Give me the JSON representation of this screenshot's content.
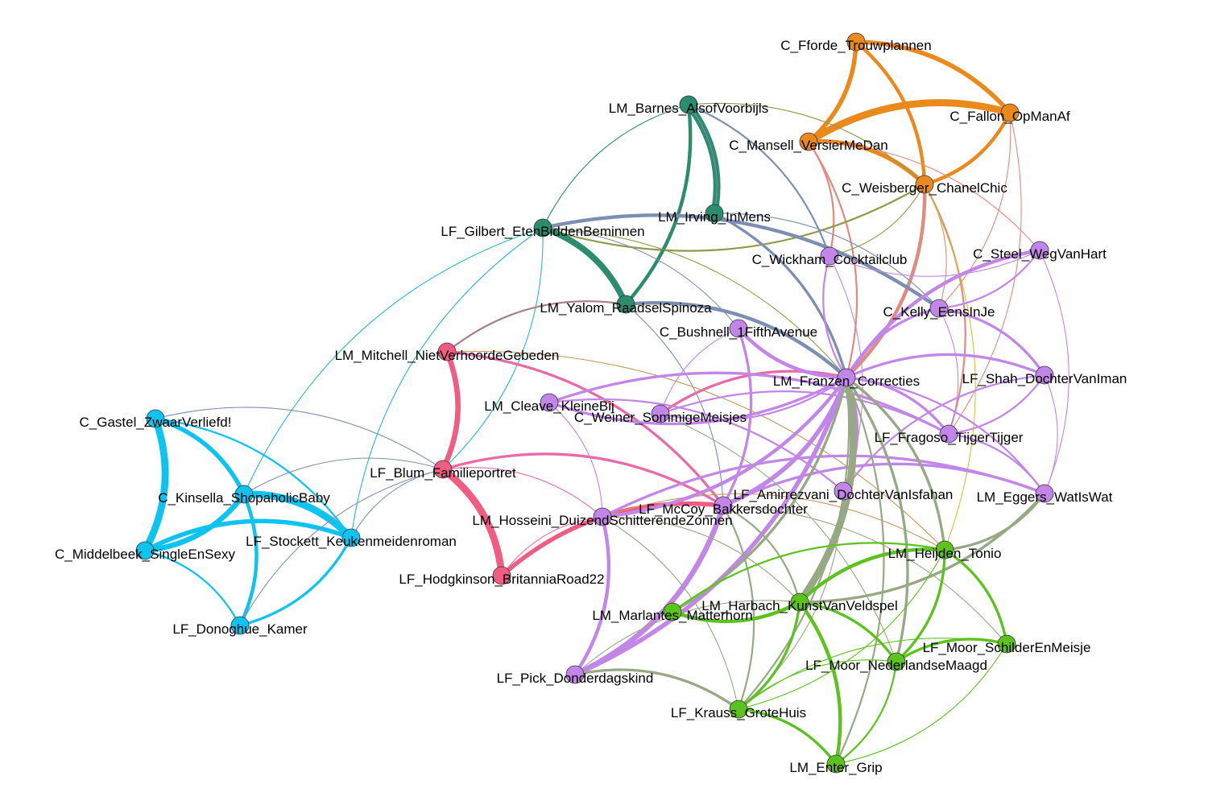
{
  "groups": {
    "orange": "#ea8a1c",
    "teal": "#2b8c6e",
    "pink": "#f25c82",
    "blue": "#0dc3ef",
    "purple": "#c286e8",
    "green": "#5cc21e"
  },
  "edge_colors": {
    "salmon": "#e08a80",
    "olive": "#8f9a4a",
    "slate": "#7d8fb0",
    "greygreen": "#97a884",
    "mauve": "#a77f88",
    "yellow": "#c8c832",
    "brown": "#c8955a",
    "cyan": "#28b8d0",
    "pinkedge": "#e86aa6"
  },
  "nodes": [
    {
      "id": "fforde",
      "label": "C_Fforde_Trouwplannen",
      "group": "orange"
    },
    {
      "id": "fallon",
      "label": "C_Fallon_OpManAf",
      "group": "orange"
    },
    {
      "id": "mansell",
      "label": "C_Mansell_VersierMeDan",
      "group": "orange"
    },
    {
      "id": "weisberger",
      "label": "C_Weisberger_ChanelChic",
      "group": "orange"
    },
    {
      "id": "barnes",
      "label": "LM_Barnes_AlsofVoorbijls",
      "group": "teal"
    },
    {
      "id": "irving",
      "label": "LM_Irving_InMens",
      "group": "teal"
    },
    {
      "id": "gilbert",
      "label": "LF_Gilbert_EtenBiddenBeminnen",
      "group": "teal"
    },
    {
      "id": "yalom",
      "label": "LM_Yalom_RaadselSpinoza",
      "group": "teal"
    },
    {
      "id": "wickham",
      "label": "C_Wickham_Cocktailclub",
      "group": "purple"
    },
    {
      "id": "steel",
      "label": "C_Steel_WegVanHart",
      "group": "purple"
    },
    {
      "id": "kelly",
      "label": "C_Kelly_EensInJe",
      "group": "purple"
    },
    {
      "id": "bushnell",
      "label": "C_Bushnell_1FifthAvenue",
      "group": "purple"
    },
    {
      "id": "franzen",
      "label": "LM_Franzen_Correcties",
      "group": "purple"
    },
    {
      "id": "shah",
      "label": "LF_Shah_DochterVanIman",
      "group": "purple"
    },
    {
      "id": "cleave",
      "label": "LM_Cleave_KleineBij",
      "group": "purple"
    },
    {
      "id": "weiner",
      "label": "C_Weiner_SommigeMeisjes",
      "group": "purple"
    },
    {
      "id": "fragoso",
      "label": "LF_Fragoso_TijgerTijger",
      "group": "purple"
    },
    {
      "id": "amirrezvani",
      "label": "LF_Amirrezvani_DochterVanIsfahan",
      "group": "purple"
    },
    {
      "id": "eggers",
      "label": "LM_Eggers_WatIsWat",
      "group": "purple"
    },
    {
      "id": "mccoy",
      "label": "LF_McCoy_Bakkersdochter",
      "group": "purple"
    },
    {
      "id": "hosseini",
      "label": "LM_Hosseini_DuizendSchitterendeZonnen",
      "group": "purple"
    },
    {
      "id": "pick",
      "label": "LF_Pick_Donderdagskind",
      "group": "purple"
    },
    {
      "id": "mitchell",
      "label": "LM_Mitchell_NietVerhoordeGebeden",
      "group": "pink"
    },
    {
      "id": "blum",
      "label": "LF_Blum_Familieportret",
      "group": "pink"
    },
    {
      "id": "hodgkinson",
      "label": "LF_Hodgkinson_BritanniaRoad22",
      "group": "pink"
    },
    {
      "id": "gastel",
      "label": "C_Gastel_ZwaarVerliefd!",
      "group": "blue"
    },
    {
      "id": "kinsella",
      "label": "C_Kinsella_ShopaholicBaby",
      "group": "blue"
    },
    {
      "id": "stockett",
      "label": "LF_Stockett_Keukenmeidenroman",
      "group": "blue"
    },
    {
      "id": "middelbeek",
      "label": "C_Middelbeek_SingleEnSexy",
      "group": "blue"
    },
    {
      "id": "donoghue",
      "label": "LF_Donoghue_Kamer",
      "group": "blue"
    },
    {
      "id": "heijden",
      "label": "LM_Heijden_Tonio",
      "group": "green"
    },
    {
      "id": "harbach",
      "label": "LM_Harbach_KunstVanVeldspel",
      "group": "green"
    },
    {
      "id": "marlantes",
      "label": "LM_Marlantes_Matterhorn",
      "group": "green"
    },
    {
      "id": "moors",
      "label": "LF_Moor_SchilderEnMeisje",
      "group": "green"
    },
    {
      "id": "moorn",
      "label": "LF_Moor_NederlandseMaagd",
      "group": "green"
    },
    {
      "id": "krauss",
      "label": "LF_Krauss_GroteHuis",
      "group": "green"
    },
    {
      "id": "enter",
      "label": "LM_Enter_Grip",
      "group": "green"
    }
  ],
  "edges": [
    [
      "fforde",
      "fallon",
      5,
      "orange"
    ],
    [
      "fforde",
      "mansell",
      5,
      "orange"
    ],
    [
      "fforde",
      "weisberger",
      4,
      "orange"
    ],
    [
      "mansell",
      "fallon",
      8,
      "orange"
    ],
    [
      "mansell",
      "weisberger",
      5,
      "orange"
    ],
    [
      "fallon",
      "weisberger",
      4,
      "orange"
    ],
    [
      "weisberger",
      "franzen",
      4,
      "salmon"
    ],
    [
      "mansell",
      "wickham",
      2,
      "salmon"
    ],
    [
      "mansell",
      "franzen",
      2,
      "salmon"
    ],
    [
      "weisberger",
      "fragoso",
      2,
      "salmon"
    ],
    [
      "weisberger",
      "kelly",
      1,
      "salmon"
    ],
    [
      "fallon",
      "kelly",
      1,
      "salmon"
    ],
    [
      "fallon",
      "fragoso",
      1,
      "salmon"
    ],
    [
      "weisberger",
      "gilbert",
      2,
      "olive"
    ],
    [
      "barnes",
      "weisberger",
      1,
      "olive"
    ],
    [
      "weisberger",
      "heijden",
      1,
      "yellow"
    ],
    [
      "mansell",
      "steel",
      1,
      "salmon"
    ],
    [
      "weisberger",
      "wickham",
      1,
      "olive"
    ],
    [
      "barnes",
      "irving",
      8,
      "teal"
    ],
    [
      "barnes",
      "yalom",
      4,
      "teal"
    ],
    [
      "gilbert",
      "yalom",
      7,
      "teal"
    ],
    [
      "gilbert",
      "barnes",
      1,
      "teal"
    ],
    [
      "gilbert",
      "kelly",
      4,
      "slate"
    ],
    [
      "gilbert",
      "franzen",
      1,
      "olive"
    ],
    [
      "irving",
      "franzen",
      3,
      "slate"
    ],
    [
      "barnes",
      "wickham",
      2,
      "slate"
    ],
    [
      "yalom",
      "franzen",
      4,
      "slate"
    ],
    [
      "yalom",
      "mccoy",
      1,
      "slate"
    ],
    [
      "gilbert",
      "blum",
      1,
      "cyan"
    ],
    [
      "irving",
      "kelly",
      1,
      "slate"
    ],
    [
      "gilbert",
      "bushnell",
      1,
      "slate"
    ],
    [
      "barnes",
      "irving",
      1,
      "slate"
    ],
    [
      "mitchell",
      "blum",
      6,
      "pink"
    ],
    [
      "blum",
      "hodgkinson",
      8,
      "pink"
    ],
    [
      "hodgkinson",
      "mccoy",
      5,
      "pink"
    ],
    [
      "mitchell",
      "mccoy",
      3,
      "pinkedge"
    ],
    [
      "blum",
      "mccoy",
      3,
      "pinkedge"
    ],
    [
      "weiner",
      "franzen",
      3,
      "pinkedge"
    ],
    [
      "mitchell",
      "yalom",
      2,
      "mauve"
    ],
    [
      "hodgkinson",
      "hosseini",
      1,
      "pinkedge"
    ],
    [
      "blum",
      "hosseini",
      1,
      "pinkedge"
    ],
    [
      "mitchell",
      "heijden",
      1,
      "brown"
    ],
    [
      "hosseini",
      "heijden",
      1,
      "brown"
    ],
    [
      "gastel",
      "kinsella",
      5,
      "blue"
    ],
    [
      "gastel",
      "middelbeek",
      8,
      "blue"
    ],
    [
      "kinsella",
      "middelbeek",
      6,
      "blue"
    ],
    [
      "kinsella",
      "stockett",
      8,
      "blue"
    ],
    [
      "middelbeek",
      "stockett",
      5,
      "blue"
    ],
    [
      "gastel",
      "stockett",
      2,
      "blue"
    ],
    [
      "kinsella",
      "donoghue",
      4,
      "blue"
    ],
    [
      "middelbeek",
      "donoghue",
      2,
      "blue"
    ],
    [
      "stockett",
      "donoghue",
      3,
      "blue"
    ],
    [
      "gastel",
      "blum",
      1,
      "slate"
    ],
    [
      "kinsella",
      "blum",
      1,
      "slate"
    ],
    [
      "stockett",
      "blum",
      1,
      "slate"
    ],
    [
      "donoghue",
      "blum",
      1,
      "slate"
    ],
    [
      "kinsella",
      "gilbert",
      1,
      "cyan"
    ],
    [
      "stockett",
      "gilbert",
      1,
      "cyan"
    ],
    [
      "franzen",
      "cleave",
      3,
      "purple"
    ],
    [
      "franzen",
      "bushnell",
      4,
      "purple"
    ],
    [
      "franzen",
      "kelly",
      3,
      "purple"
    ],
    [
      "franzen",
      "steel",
      4,
      "purple"
    ],
    [
      "franzen",
      "shah",
      3,
      "purple"
    ],
    [
      "franzen",
      "fragoso",
      3,
      "purple"
    ],
    [
      "franzen",
      "mccoy",
      5,
      "purple"
    ],
    [
      "franzen",
      "amirrezvani",
      3,
      "purple"
    ],
    [
      "franzen",
      "eggers",
      2,
      "purple"
    ],
    [
      "franzen",
      "hosseini",
      4,
      "purple"
    ],
    [
      "franzen",
      "pick",
      5,
      "purple"
    ],
    [
      "franzen",
      "weiner",
      2,
      "purple"
    ],
    [
      "franzen",
      "wickham",
      2,
      "purple"
    ],
    [
      "cleave",
      "fragoso",
      3,
      "purple"
    ],
    [
      "cleave",
      "amirrezvani",
      2,
      "purple"
    ],
    [
      "weiner",
      "fragoso",
      2,
      "purple"
    ],
    [
      "hosseini",
      "pick",
      4,
      "purple"
    ],
    [
      "mccoy",
      "pick",
      6,
      "purple"
    ],
    [
      "bushnell",
      "mccoy",
      3,
      "purple"
    ],
    [
      "kelly",
      "shah",
      3,
      "purple"
    ],
    [
      "steel",
      "eggers",
      1,
      "purple"
    ],
    [
      "shah",
      "eggers",
      1,
      "purple"
    ],
    [
      "shah",
      "fragoso",
      2,
      "purple"
    ],
    [
      "fragoso",
      "eggers",
      2,
      "purple"
    ],
    [
      "hosseini",
      "eggers",
      3,
      "purple"
    ],
    [
      "amirrezvani",
      "shah",
      2,
      "purple"
    ],
    [
      "wickham",
      "amirrezvani",
      1,
      "purple"
    ],
    [
      "mccoy",
      "eggers",
      3,
      "purple"
    ],
    [
      "kelly",
      "fragoso",
      1,
      "purple"
    ],
    [
      "weiner",
      "bushnell",
      1,
      "purple"
    ],
    [
      "cleave",
      "hosseini",
      1,
      "purple"
    ],
    [
      "steel",
      "wickham",
      1,
      "purple"
    ],
    [
      "steel",
      "kelly",
      2,
      "purple"
    ],
    [
      "franzen",
      "harbach",
      8,
      "greygreen"
    ],
    [
      "franzen",
      "marlantes",
      3,
      "greygreen"
    ],
    [
      "franzen",
      "krauss",
      2,
      "greygreen"
    ],
    [
      "franzen",
      "moorn",
      3,
      "greygreen"
    ],
    [
      "franzen",
      "heijden",
      3,
      "greygreen"
    ],
    [
      "franzen",
      "enter",
      2,
      "greygreen"
    ],
    [
      "mccoy",
      "harbach",
      2,
      "greygreen"
    ],
    [
      "mccoy",
      "krauss",
      2,
      "greygreen"
    ],
    [
      "pick",
      "krauss",
      3,
      "greygreen"
    ],
    [
      "pick",
      "harbach",
      1,
      "greygreen"
    ],
    [
      "eggers",
      "harbach",
      3,
      "greygreen"
    ],
    [
      "eggers",
      "heijden",
      3,
      "greygreen"
    ],
    [
      "amirrezvani",
      "krauss",
      1,
      "greygreen"
    ],
    [
      "weiner",
      "moorn",
      1,
      "greygreen"
    ],
    [
      "hosseini",
      "harbach",
      1,
      "greygreen"
    ],
    [
      "hosseini",
      "krauss",
      1,
      "greygreen"
    ],
    [
      "mccoy",
      "moors",
      1,
      "greygreen"
    ],
    [
      "harbach",
      "heijden",
      4,
      "green"
    ],
    [
      "harbach",
      "marlantes",
      4,
      "green"
    ],
    [
      "harbach",
      "moorn",
      3,
      "green"
    ],
    [
      "harbach",
      "krauss",
      3,
      "green"
    ],
    [
      "harbach",
      "enter",
      4,
      "green"
    ],
    [
      "heijden",
      "moors",
      3,
      "green"
    ],
    [
      "heijden",
      "moorn",
      3,
      "green"
    ],
    [
      "heijden",
      "krauss",
      1,
      "green"
    ],
    [
      "moorn",
      "moors",
      3,
      "green"
    ],
    [
      "moorn",
      "enter",
      2,
      "green"
    ],
    [
      "krauss",
      "enter",
      3,
      "green"
    ],
    [
      "krauss",
      "moorn",
      1,
      "green"
    ],
    [
      "moors",
      "enter",
      1,
      "green"
    ],
    [
      "marlantes",
      "heijden",
      2,
      "green"
    ],
    [
      "krauss",
      "moors",
      1,
      "green"
    ]
  ]
}
